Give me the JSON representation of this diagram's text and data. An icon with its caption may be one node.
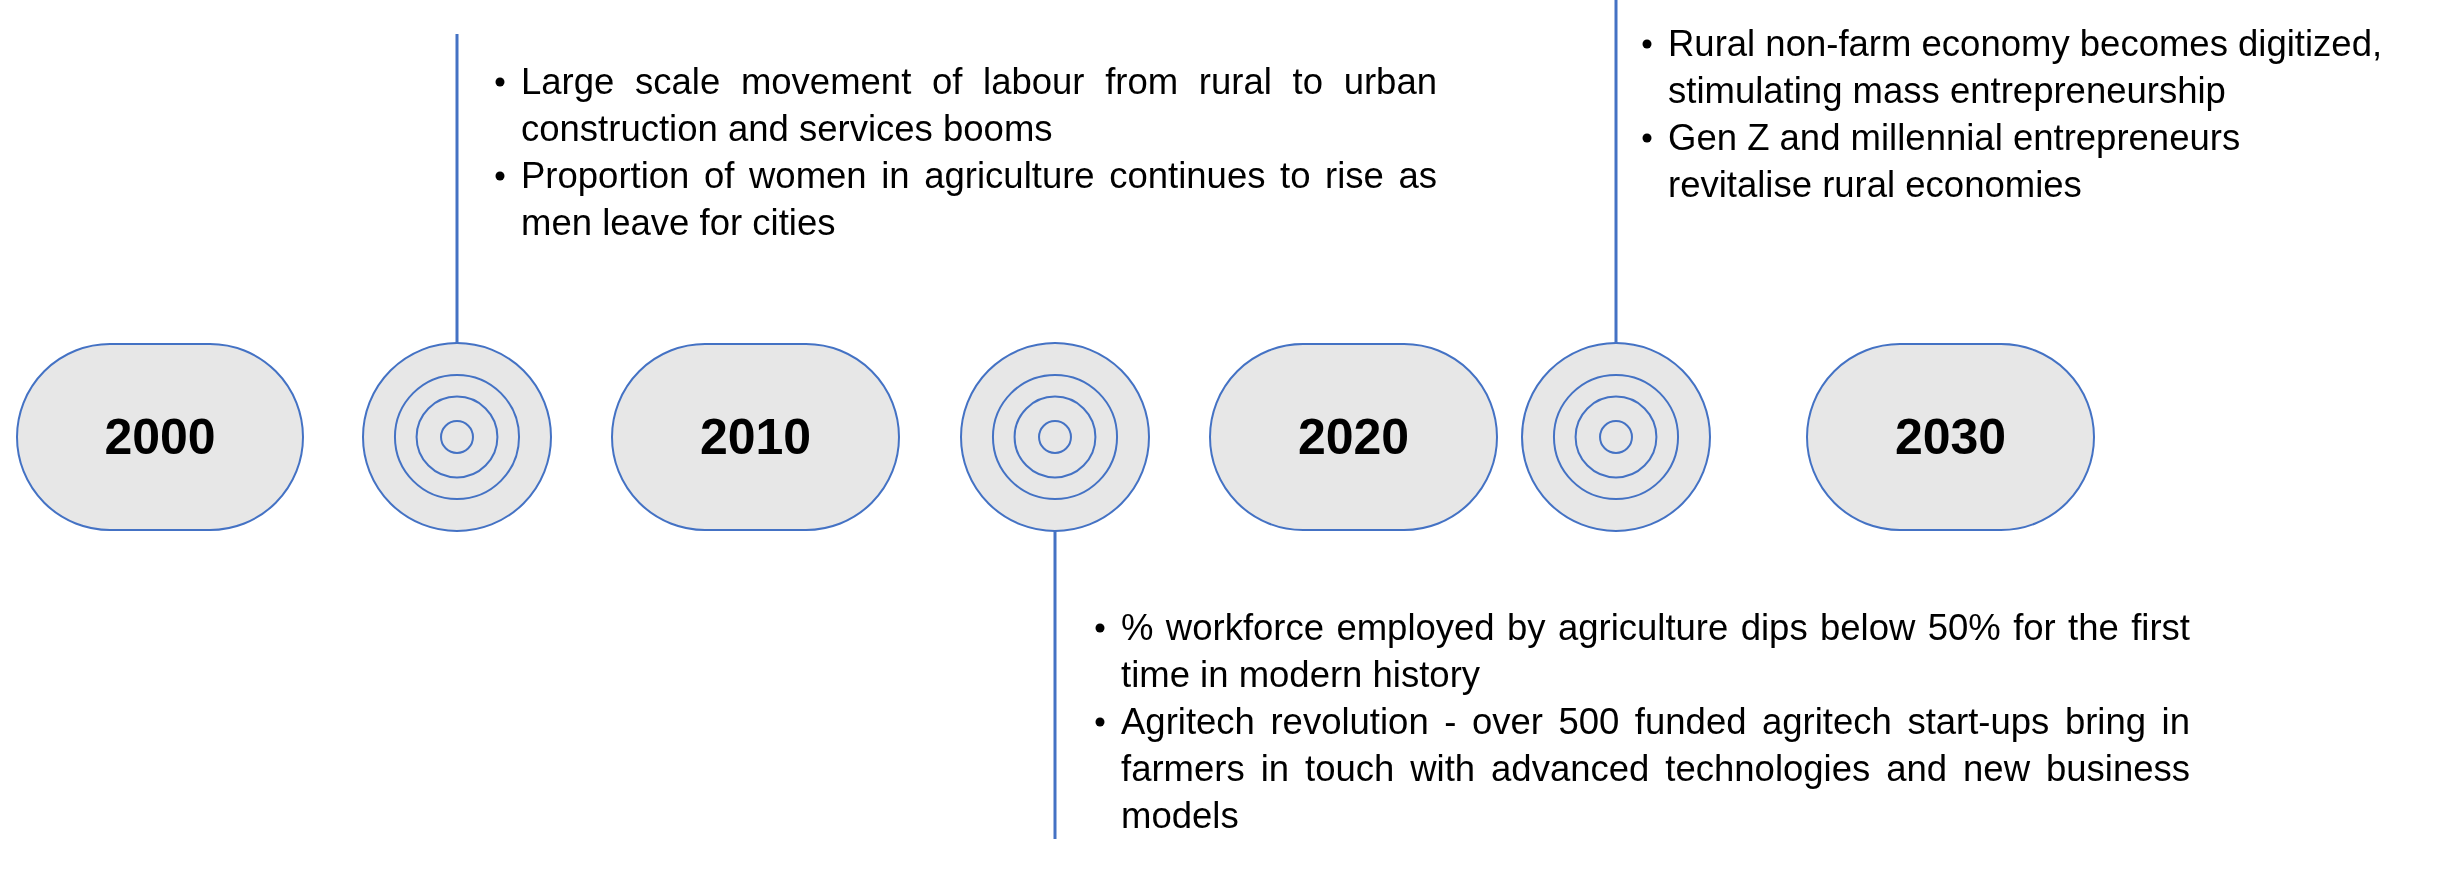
{
  "diagram": {
    "nodes": [
      {
        "text": [
          "2000"
        ]
      },
      {
        "text": [],
        "shape": "circle"
      },
      {
        "text": [
          "2010"
        ]
      },
      {
        "text": [],
        "shape": "circle"
      },
      {
        "text": [
          "2020"
        ]
      },
      {
        "text": [],
        "shape": "circle"
      },
      {
        "text": [
          "2030"
        ]
      },
      {
        "text": [
          "Large scale movement of labour from rural to urban construction and services booms",
          "Proportion of women in agriculture continues to rise as men leave for cities"
        ]
      },
      {
        "text": [
          "Rural non-farm economy becomes digitized, stimulating mass entrepreneurship",
          "Gen Z and millennial entrepreneurs revitalise rural economies"
        ]
      },
      {
        "text": [
          "% workforce employed by agriculture dips below 50% for the first time in modern history",
          "Agritech revolution - over 500 funded agritech start-ups bring in farmers in touch with advanced technologies and new business models"
        ]
      }
    ],
    "edges": [
      {
        "from": 7,
        "to": 1,
        "arrow": "none"
      },
      {
        "from": 8,
        "to": 5,
        "arrow": "none"
      },
      {
        "from": 9,
        "to": 3,
        "arrow": "none"
      }
    ]
  }
}
